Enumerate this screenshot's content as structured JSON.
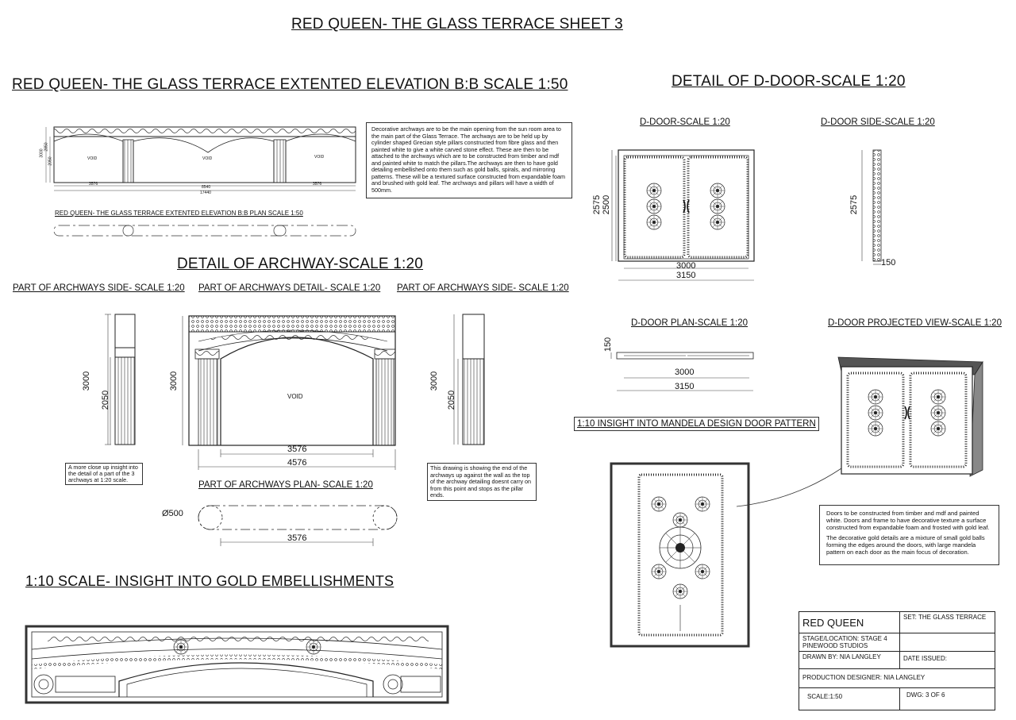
{
  "sheet_title": "RED QUEEN- THE GLASS TERRACE SHEET 3",
  "elevation": {
    "title": "RED QUEEN- THE GLASS TERRACE EXTENTED ELEVATION B:B SCALE 1:50",
    "plan_label": "RED QUEEN- THE GLASS TERRACE EXTENTED ELEVATION B:B PLAN SCALE 1:50",
    "dims": [
      "3576",
      "8540",
      "3576",
      "17440"
    ],
    "heights": [
      "3000",
      "2850",
      "2050"
    ],
    "void_labels": [
      "VOID",
      "VOID",
      "VOID"
    ],
    "note": "Decorative archways are to be the main opening from the sun room area to the main part of the Glass Terrace. The archways are to be held up by cylinder shaped Grecian style pillars constructed from fibre glass and then painted white to give a white carved stone effect. These are then to be attached to the archways which are to be constructed from timber and mdf and painted white to match the pillars.The archways are then to have gold detailing embellished onto them such as gold balls, spirals, and mirroring patterns. These will be a textured surface constructed from expandable foam and brushed with gold leaf. The archways and pillars will have a width of 500mm."
  },
  "archway": {
    "title": "DETAIL OF ARCHWAY-SCALE 1:20",
    "side_left_label": "PART OF ARCHWAYS SIDE- SCALE 1:20",
    "detail_label": "PART OF ARCHWAYS DETAIL- SCALE 1:20",
    "side_right_label": "PART OF ARCHWAYS SIDE- SCALE 1:20",
    "plan_label": "PART OF ARCHWAYS PLAN- SCALE 1:20",
    "height_3000": "3000",
    "height_2050": "2050",
    "void": "VOID",
    "width_inner": "3576",
    "width_outer": "4576",
    "plan_diameter": "Ø500",
    "plan_width": "3576",
    "note_left": "A more close up insight into the detail of a part of the 3 archways at 1:20 scale.",
    "note_right": "This drawing is showing the end of the archways up against the wall as the top of the archway detailing doesnt carry on from this point and stops as the pillar ends."
  },
  "embellish": {
    "title": "1:10 SCALE- INSIGHT INTO GOLD EMBELLISHMENTS"
  },
  "door": {
    "title": "DETAIL OF D-DOOR-SCALE 1:20",
    "front_label": "D-DOOR-SCALE 1:20",
    "side_label": "D-DOOR SIDE-SCALE 1:20",
    "plan_label": "D-DOOR PLAN-SCALE 1:20",
    "projected_label": "D-DOOR PROJECTED VIEW-SCALE 1:20",
    "mandela_label": "1:10 INSIGHT INTO MANDELA DESIGN DOOR PATTERN",
    "h_2575": "2575",
    "h_2500": "2500",
    "w_3000": "3000",
    "w_3150": "3150",
    "side_h": "2575",
    "side_w": "150",
    "plan_depth": "150",
    "plan_w1": "3000",
    "plan_w2": "3150",
    "note_line1": "Doors to be constructed from timber and mdf and painted white. Doors and frame to have decorative texture a surface constructed from expandable foam and frosted with gold leaf.",
    "note_line2": "The decorative gold details are a mixture of small gold balls forming the edges around the doors, with large mandela pattern on each door as the main focus of decoration."
  },
  "title_block": {
    "project": "RED QUEEN",
    "set": "SET: THE GLASS TERRACE",
    "stage": "STAGE/LOCATION: STAGE 4 PINEWOOD STUDIOS",
    "drawn_by": "DRAWN BY: NIA LANGLEY",
    "date_issued": "DATE ISSUED:",
    "production_designer": "PRODUCTION DESIGNER: NIA LANGLEY",
    "scale": "SCALE:1:50",
    "dwg": "DWG: 3 OF 6"
  }
}
